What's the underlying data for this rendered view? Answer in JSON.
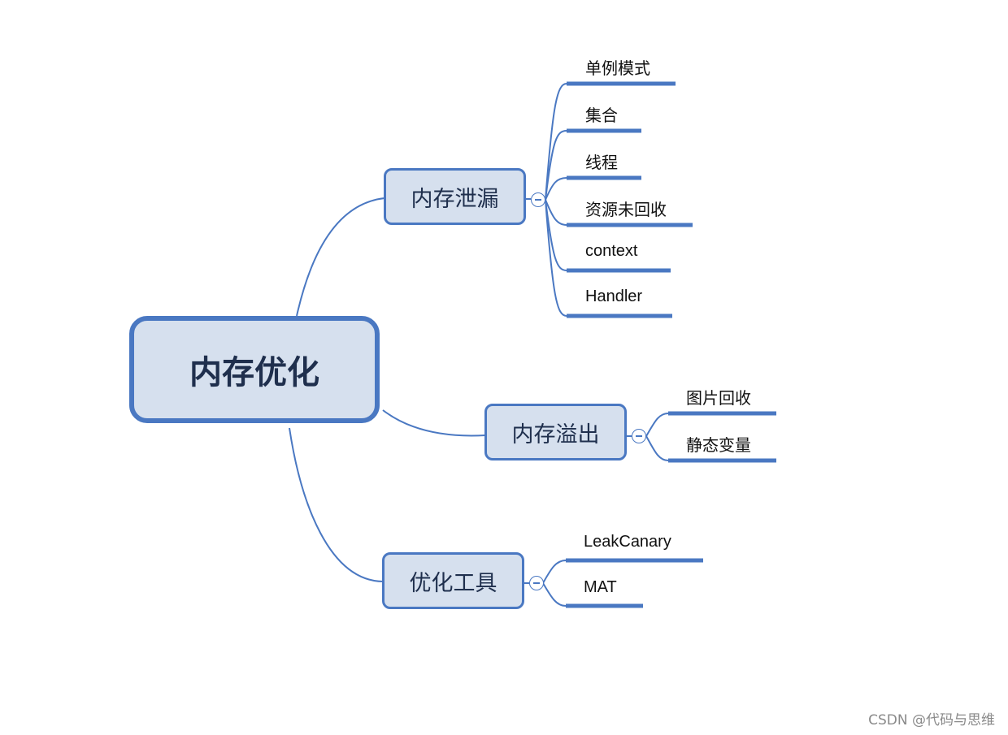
{
  "mindmap": {
    "root": {
      "label": "内存优化"
    },
    "branches": [
      {
        "label": "内存泄漏",
        "children": [
          "单例模式",
          "集合",
          "线程",
          "资源未回收",
          "context",
          "Handler"
        ]
      },
      {
        "label": "内存溢出",
        "children": [
          "图片回收",
          "静态变量"
        ]
      },
      {
        "label": "优化工具",
        "children": [
          "LeakCanary",
          "MAT"
        ]
      }
    ]
  },
  "watermark": "CSDN @代码与思维",
  "colors": {
    "line": "#4a78c2",
    "node_fill": "#d6e0ee",
    "text": "#1f2f4d"
  },
  "icons": {
    "collapse": "minus-circle-icon"
  }
}
